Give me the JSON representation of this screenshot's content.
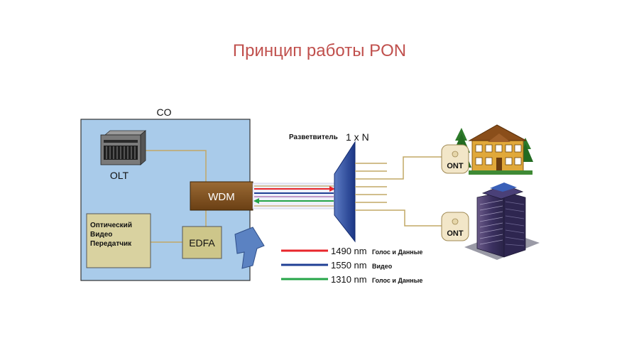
{
  "title": "Принцип работы PON",
  "central_office": {
    "label": "CO",
    "olt_label": "OLT",
    "wdm_label": "WDM",
    "edfa_label": "EDFA",
    "transmitter_lines": [
      "Оптический",
      "Видео",
      "Передатчик"
    ]
  },
  "splitter": {
    "label": "Разветвитель",
    "ratio": "1 x N"
  },
  "ont_label": "ONT",
  "legend": [
    {
      "wavelength": "1490 nm",
      "desc": "Голос и Данные",
      "color": "#e8262b"
    },
    {
      "wavelength": "1550 nm",
      "desc": "Видео",
      "color": "#1f3f94"
    },
    {
      "wavelength": "1310 nm",
      "desc": "Голос и Данные",
      "color": "#25a548"
    }
  ],
  "colors": {
    "co_fill": "#a9cbea",
    "wdm_fill": "#7b4b1c",
    "edfa_fill": "#cdc68a",
    "transmitter_fill": "#d9d2a0",
    "fiber": "#c2a866",
    "splitter_fill": "#1f3f94",
    "arrow_fill": "#5b82c2",
    "title_color": "#c0504d"
  }
}
